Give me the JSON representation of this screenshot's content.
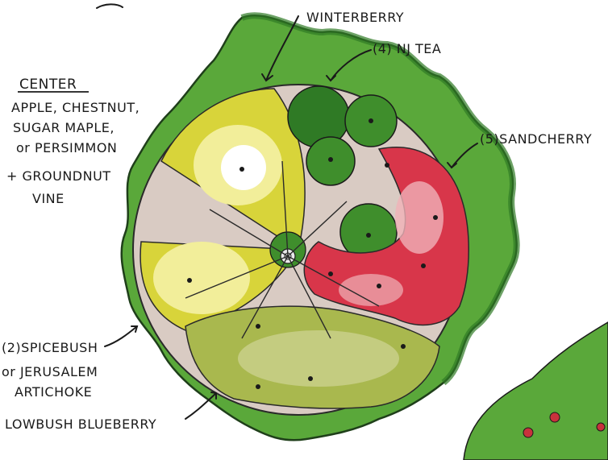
{
  "labels": {
    "center_title": "CENTER",
    "center_line1": "APPLE, CHESTNUT,",
    "center_line2": "SUGAR MAPLE,",
    "center_line3": "or PERSIMMON",
    "groundnut_line1": "+ GROUNDNUT",
    "groundnut_line2": "VINE",
    "winterberry": "WINTERBERRY",
    "nj_tea": "(4) NJ TEA",
    "sandcherry": "(5)SANDCHERRY",
    "spicebush": "(2)SPICEBUSH",
    "jerusalem_line1": "or JERUSALEM",
    "jerusalem_line2": "ARTICHOKE",
    "lowbush_blueberry": "LOWBUSH BLUEBERRY"
  },
  "colors": {
    "outer_green": "#5aa83a",
    "dark_green": "#2f7a25",
    "ground": "#d9cbc3",
    "yellow": "#d8d43a",
    "pale_yellow": "#f2ee9a",
    "red": "#d8364a",
    "pink": "#f0b2b8",
    "olive": "#a9b84e",
    "ink": "#1a1a1a"
  }
}
